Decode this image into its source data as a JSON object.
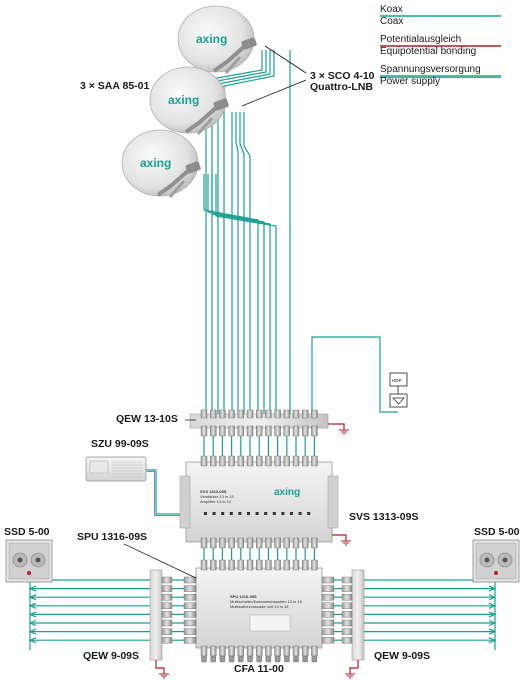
{
  "legend": {
    "coax_de": "Koax",
    "coax_en": "Coax",
    "equip_de": "Potentialausgleich",
    "equip_en": "Equipotential bonding",
    "power_de": "Spannungsversorgung",
    "power_en": "Power supply",
    "coax_color": "#1aa090",
    "equip_color": "#b01c28",
    "power_color": "#1aa090"
  },
  "labels": {
    "dish": "3 × SAA 85-01",
    "lnb_line1": "3 × SCO 4-10",
    "lnb_line2": "Quattro-LNB",
    "qew_top": "QEW 13-10S",
    "szu": "SZU 99-09S",
    "svs": "SVS 1313-09S",
    "spu": "SPU 1316-09S",
    "ssd_left": "SSD 5-00",
    "ssd_right": "SSD 5-00",
    "qew_left": "QEW 9-09S",
    "qew_right": "QEW 9-09S",
    "cfa": "CFA 11-00"
  },
  "brand": "axing",
  "svs_device_text": [
    "SVS 1313-09S",
    "Verstärker 13 in 13",
    "Amplifier 13 in 13"
  ],
  "spu_device_text": [
    "SPU 1316-09S",
    "Multischalter/Kaskadenbaustein 13 in 16",
    "Multiswitch/cascade unit 13 in 16"
  ]
}
